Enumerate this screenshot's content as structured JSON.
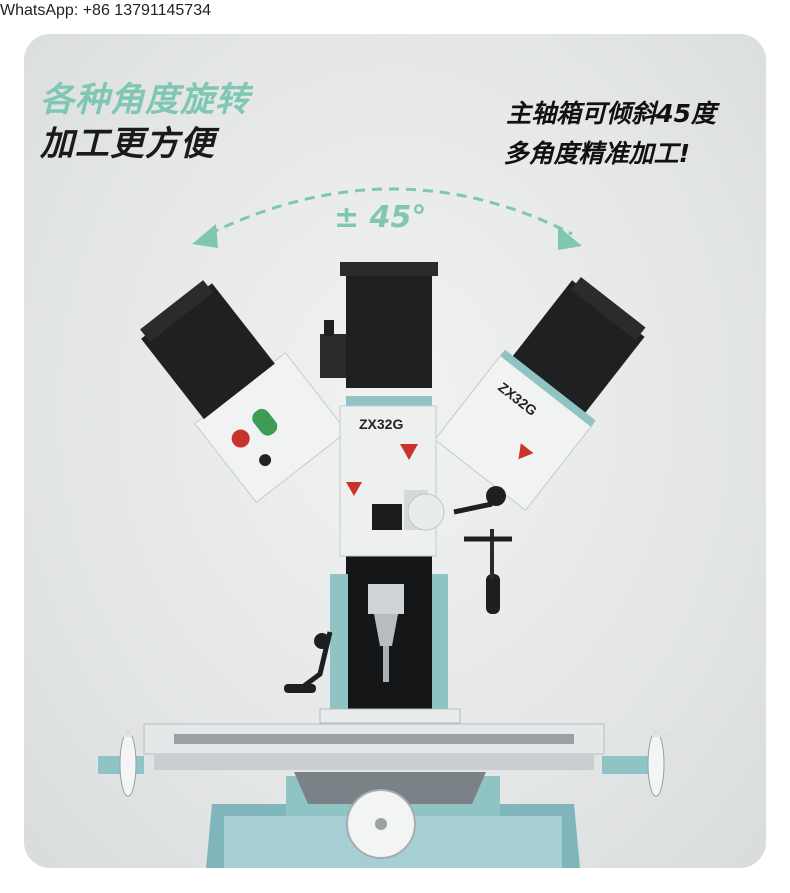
{
  "watermark": "WhatsApp: +86 13791145734",
  "headline": {
    "line1": "各种角度旋转",
    "line2": "加工更方便"
  },
  "subhead": {
    "line1": "主轴箱可倾斜45度",
    "line2": "多角度精准加工!"
  },
  "angle_label": "± 45°",
  "machine": {
    "model_center": "ZX32G",
    "model_right": "ZX32G"
  },
  "colors": {
    "accent": "#7fc7b2",
    "machine_teal": "#8fc3c4",
    "motor_black": "#1e1f21"
  }
}
